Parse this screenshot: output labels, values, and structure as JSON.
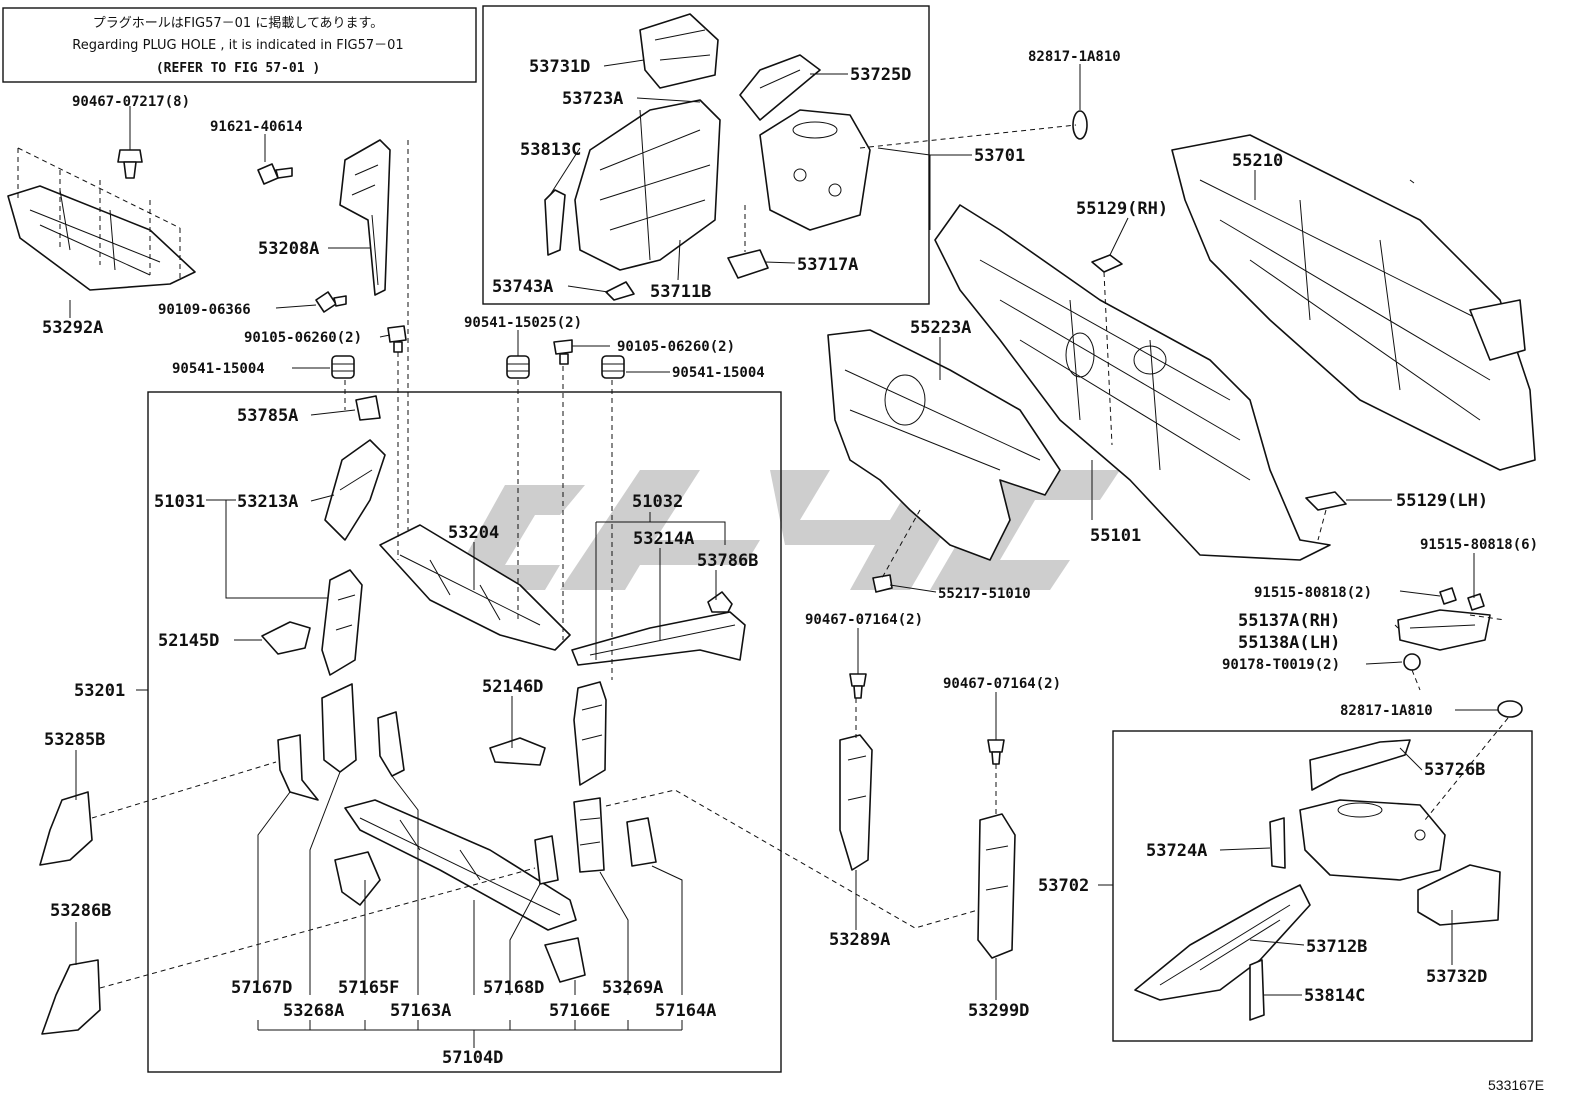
{
  "note": {
    "line1": "プラグホールはFIG57－01 に掲載してあります。",
    "line2": "Regarding PLUG HOLE , it is indicated in FIG57－01",
    "line3": "(REFER TO FIG 57-01 )"
  },
  "figure_code": "533167E",
  "labels": {
    "p53731D": "53731D",
    "p53725D": "53725D",
    "p53723A": "53723A",
    "p53813C": "53813C",
    "p53701": "53701",
    "p53717A": "53717A",
    "p53743A": "53743A",
    "p53711B": "53711B",
    "p82817_1A810_top": "82817-1A810",
    "p55210": "55210",
    "p55129RH": "55129(RH)",
    "p90467_07217": "90467-07217(8)",
    "p91621_40614": "91621-40614",
    "p53208A": "53208A",
    "p90109_06366": "90109-06366",
    "p53292A": "53292A",
    "p90105_06260_left": "90105-06260(2)",
    "p90541_15004_left": "90541-15004",
    "p90541_15025": "90541-15025(2)",
    "p90105_06260_mid": "90105-06260(2)",
    "p90541_15004_mid": "90541-15004",
    "p55223A": "55223A",
    "p53785A": "53785A",
    "p51031": "51031",
    "p53213A": "53213A",
    "p53204": "53204",
    "p51032": "51032",
    "p53214A": "53214A",
    "p53786B": "53786B",
    "p55101": "55101",
    "p55129LH": "55129(LH)",
    "p91515_80818_6": "91515-80818(6)",
    "p55217_51010": "55217-51010",
    "p91515_80818_2": "91515-80818(2)",
    "p55137A": "55137A(RH)",
    "p55138A": "55138A(LH)",
    "p90467_07164_a": "90467-07164(2)",
    "p90178_T0019": "90178-T0019(2)",
    "p52145D": "52145D",
    "p53201": "53201",
    "p52146D": "52146D",
    "p90467_07164_b": "90467-07164(2)",
    "p82817_1A810_bot": "82817-1A810",
    "p53285B": "53285B",
    "p53726B": "53726B",
    "p53724A": "53724A",
    "p53702": "53702",
    "p53286B": "53286B",
    "p53289A": "53289A",
    "p53712B": "53712B",
    "p53732D": "53732D",
    "p53814C": "53814C",
    "p57167D": "57167D",
    "p53268A": "53268A",
    "p57165F": "57165F",
    "p57163A": "57163A",
    "p57168D": "57168D",
    "p53269A": "53269A",
    "p57166E": "57166E",
    "p57164A": "57164A",
    "p53299D": "53299D",
    "p57104D": "57104D"
  }
}
